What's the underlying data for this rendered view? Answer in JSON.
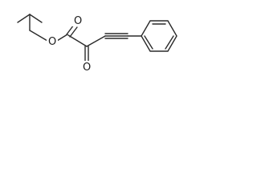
{
  "structure": {
    "atoms": {
      "ester_oxygen": "O",
      "ester_carbonyl_oxygen": "O",
      "ketone_oxygen": "O"
    }
  },
  "colors": {
    "background": "#ffffff",
    "bond": "#2a2a2a",
    "label": "#1a1a1a"
  }
}
